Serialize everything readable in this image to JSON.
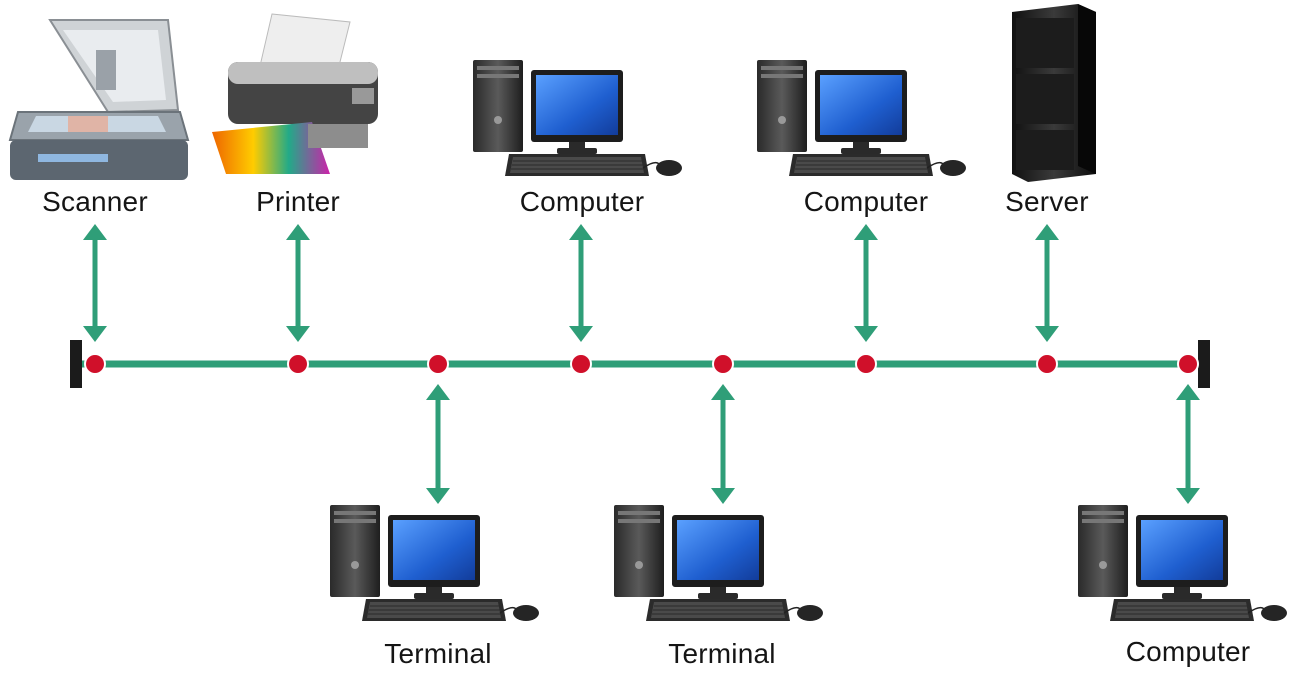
{
  "colors": {
    "bus": "#2f9e78",
    "node": "#d0102a",
    "terminator": "#1b1b1b",
    "screen": "#2a6fd6"
  },
  "devices": [
    {
      "label": "Scanner",
      "icon": "scanner-icon"
    },
    {
      "label": "Printer",
      "icon": "printer-icon"
    },
    {
      "label": "Computer",
      "icon": "computer-icon"
    },
    {
      "label": "Computer",
      "icon": "computer-icon"
    },
    {
      "label": "Server",
      "icon": "server-icon"
    },
    {
      "label": "Terminal",
      "icon": "computer-icon"
    },
    {
      "label": "Terminal",
      "icon": "computer-icon"
    },
    {
      "label": "Computer",
      "icon": "computer-icon"
    }
  ]
}
